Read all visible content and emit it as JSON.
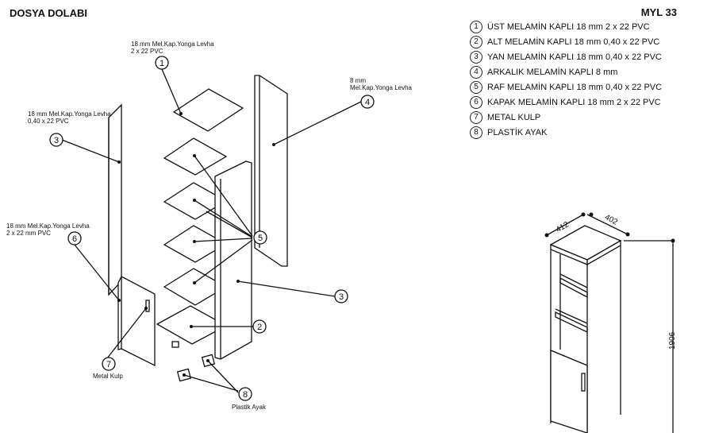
{
  "header": {
    "title": "DOSYA DOLABI",
    "code": "MYL 33"
  },
  "legend": [
    {
      "num": "1",
      "label": "ÜST MELAMİN KAPLI 18 mm 2 x 22 PVC"
    },
    {
      "num": "2",
      "label": "ALT MELAMİN KAPLI 18 mm  0,40 x 22 PVC"
    },
    {
      "num": "3",
      "label": "YAN MELAMİN KAPLI 18 mm  0,40 x 22 PVC"
    },
    {
      "num": "4",
      "label": "ARKALIK MELAMİN KAPLI 8 mm"
    },
    {
      "num": "5",
      "label": "RAF MELAMİN KAPLI 18 mm  0,40 x 22 PVC"
    },
    {
      "num": "6",
      "label": "KAPAK MELAMİN KAPLI 18 mm  2 x 22 PVC"
    },
    {
      "num": "7",
      "label": "METAL KULP"
    },
    {
      "num": "8",
      "label": "PLASTİK AYAK"
    }
  ],
  "callouts": {
    "top": {
      "line1": "18 mm Mel.Kap.Yonga Levha",
      "line2": "2 x 22 PVC"
    },
    "back": {
      "line1": "8 mm",
      "line2": "Mel.Kap.Yonga Levha"
    },
    "side": {
      "line1": "18 mm Mel.Kap.Yonga Levha",
      "line2": "0,40 x 22 PVC"
    },
    "door": {
      "line1": "18 mm Mel.Kap.Yonga Levha",
      "line2": "2 x 22 mm PVC"
    },
    "handle": "Metal Kulp",
    "feet": "Plastik Ayak"
  },
  "markers": {
    "m1": "1",
    "m2": "2",
    "m3": "3",
    "m4": "4",
    "m5": "5",
    "m6": "6",
    "m7": "7",
    "m8": "8"
  },
  "dimensions": {
    "depth": "412",
    "width": "402",
    "height": "1906"
  }
}
